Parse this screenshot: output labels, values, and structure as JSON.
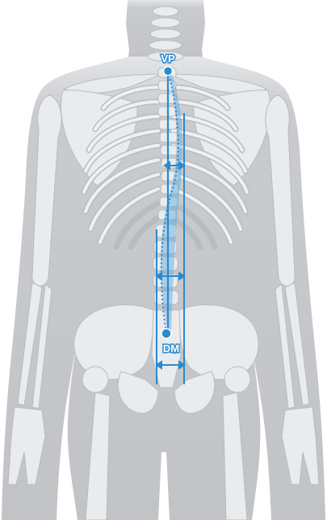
{
  "figure": {
    "kind": "anatomical-illustration",
    "subject": "posterior-skeleton-torso",
    "colors": {
      "background": "#ffffff",
      "body_silhouette": "#c4c6c9",
      "bone": "#e9ebed",
      "bone_outline": "#b8bcc1",
      "accent": "#2a8ad0",
      "accent_fill": "#5aa8e0"
    }
  },
  "markers": {
    "top": {
      "label": "VP"
    },
    "bottom": {
      "label": "DM"
    }
  },
  "icons": {
    "measure_arrow_upper": "double-arrow-horizontal",
    "measure_arrow_lower": "double-arrow-horizontal"
  }
}
